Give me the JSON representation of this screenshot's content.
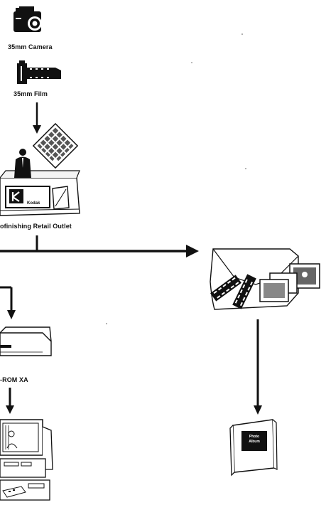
{
  "nodes": {
    "camera": {
      "label": "35mm Camera"
    },
    "film": {
      "label": "35mm Film"
    },
    "retail": {
      "label": "ofinishing Retail Outlet",
      "brand": "Kodak"
    },
    "cdrom": {
      "label": "-ROM XA"
    },
    "album": {
      "cover_text": "Photo Album"
    }
  },
  "colors": {
    "ink": "#111111",
    "paper": "#ffffff"
  }
}
